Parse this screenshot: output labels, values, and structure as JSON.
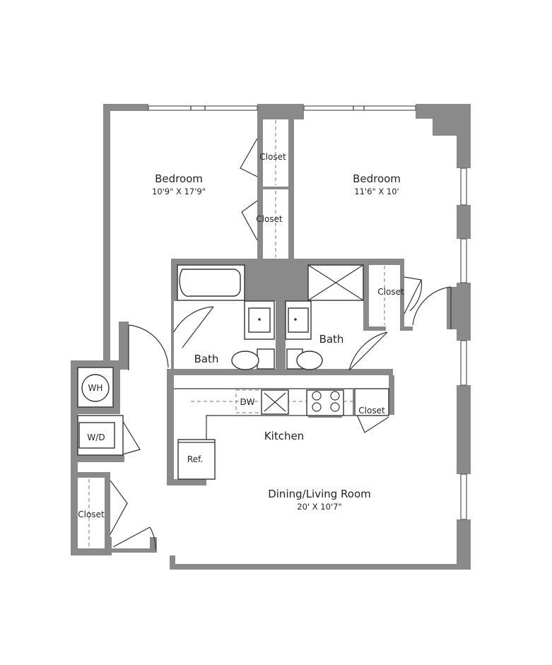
{
  "rooms": {
    "bedroom_left": {
      "name": "Bedroom",
      "dims": "10'9\" X 17'9\""
    },
    "bedroom_right": {
      "name": "Bedroom",
      "dims": "11'6\" X 10'"
    },
    "bath_left": "Bath",
    "bath_right": "Bath",
    "kitchen": "Kitchen",
    "living": {
      "name": "Dining/Living Room",
      "dims": "20' X 10'7\""
    }
  },
  "closets": {
    "bedroom_upper": "Closet",
    "bedroom_lower": "Closet",
    "bath_right": "Closet",
    "kitchen": "Closet",
    "entry": "Closet"
  },
  "fixtures": {
    "water_heater": "WH",
    "washer_dryer": "W/D",
    "dishwasher": "DW",
    "refrigerator": "Ref."
  }
}
